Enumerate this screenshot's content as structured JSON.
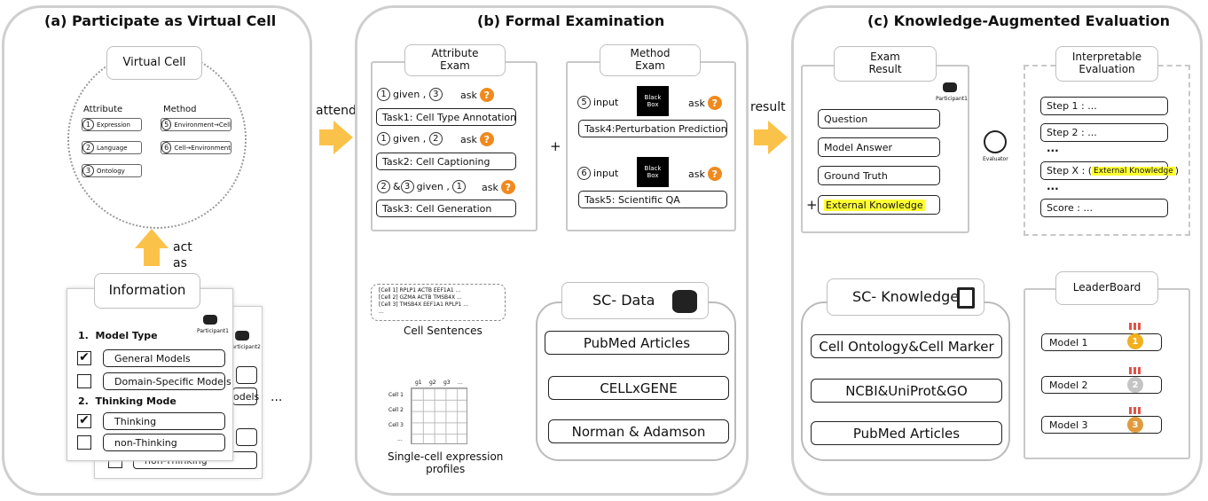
{
  "panel_a": {
    "title": "(a) Participate as Virtual Cell",
    "virtual_cell": "Virtual Cell",
    "attribute_head": "Attribute",
    "method_head": "Method",
    "attributes": [
      {
        "num": "1",
        "label": "Expression"
      },
      {
        "num": "2",
        "label": "Language"
      },
      {
        "num": "3",
        "label": "Ontology"
      }
    ],
    "methods": [
      {
        "num": "5",
        "label": "Environment→Cell"
      },
      {
        "num": "6",
        "label": "Cell→Environment"
      }
    ],
    "act_as": "act\nas",
    "information": "Information",
    "participant1": "Participant1",
    "participant2": "Participant2",
    "model_type_head": "1.  Model Type",
    "general_models": "General Models",
    "domain_models": "Domain-Specific Models",
    "thinking_head": "2.  Thinking Mode",
    "thinking": "Thinking",
    "non_thinking": "non-Thinking",
    "back_models": "odels",
    "back_non_thinking": "non-Thinking",
    "ellipsis": "..."
  },
  "arrows": {
    "attend": "attend",
    "result": "result"
  },
  "panel_b": {
    "title": "(b) Formal Examination",
    "attribute_exam": "Attribute\nExam",
    "method_exam": "Method\nExam",
    "given": "given ,",
    "ask": "ask",
    "q": "?",
    "amp": "&",
    "task1": "Task1: Cell Type Annotation",
    "task2": "Task2: Cell Captioning",
    "task3": "Task3: Cell Generation",
    "task4": "Task4:Perturbation Prediction",
    "task5": "Task5: Scientific QA",
    "input": "input",
    "black_box": "Black\nBox",
    "plus": "+",
    "sentences": [
      "[Cell 1] RPLP1 ACTB EEF1A1 ...",
      "[Cell 2] GZMA ACTB TMSB4X ...",
      "[Cell 3] TMSB4X EEF1A1 RPLP1 ...",
      "..."
    ],
    "cell_sentences": "Cell Sentences",
    "genes": [
      "g1",
      "g2",
      "g3",
      "..."
    ],
    "cells": [
      "Cell 1",
      "Cell 2",
      "Cell 3",
      "..."
    ],
    "profiles": "Single-cell expression\nprofiles",
    "sc_data": "SC- Data",
    "pubmed": "PubMed Articles",
    "cellxgene": "CELLxGENE",
    "norman": "Norman & Adamson"
  },
  "panel_c": {
    "title": "(c) Knowledge-Augmented Evaluation",
    "exam_result": "Exam\nResult",
    "participant1": "Participant1",
    "question": "Question",
    "model_answer": "Model Answer",
    "ground_truth": "Ground Truth",
    "plus": "+",
    "external_knowledge": "External Knowledge",
    "evaluator": "Evaluator",
    "interpretable": "Interpretable\nEvaluation",
    "step1": "Step 1 : ...",
    "step2": "Step 2 : ...",
    "dots": "...",
    "stepx_pre": "Step X : (",
    "stepx_hl": "External Knowledge",
    "stepx_post": ")",
    "score": "Score : ...",
    "sc_knowledge": "SC- Knowledge",
    "k1": "Cell Ontology&Cell Marker",
    "k2": "NCBI&UniProt&GO",
    "k3": "PubMed Articles",
    "leaderboard": "LeaderBoard",
    "models": [
      {
        "label": "Model 1",
        "rank": "1",
        "color": "#f2b01e"
      },
      {
        "label": "Model 2",
        "rank": "2",
        "color": "#c4c4c4"
      },
      {
        "label": "Model 3",
        "rank": "3",
        "color": "#e09a3c"
      }
    ]
  },
  "colors": {
    "arrow": "#fbc24a",
    "highlight": "#ffff33",
    "question_badge": "#f08a1e",
    "panel_border": "#cfcfcf"
  }
}
